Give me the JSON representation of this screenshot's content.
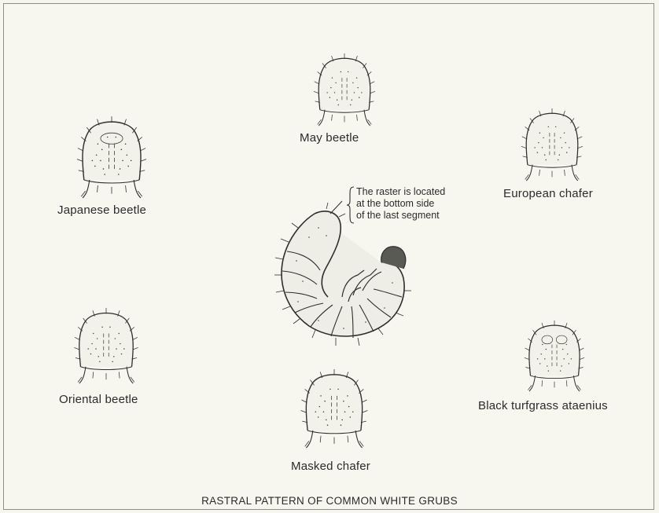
{
  "labels": {
    "may_beetle": "May beetle",
    "japanese_beetle": "Japanese beetle",
    "european_chafer": "European chafer",
    "oriental_beetle": "Oriental beetle",
    "masked_chafer": "Masked chafer",
    "black_turfgrass_ataenius": "Black turfgrass ataenius"
  },
  "callout": {
    "line1": "The raster is located",
    "line2": "at the bottom side",
    "line3": "of the last segment"
  },
  "caption": "RASTRAL PATTERN OF COMMON WHITE GRUBS"
}
